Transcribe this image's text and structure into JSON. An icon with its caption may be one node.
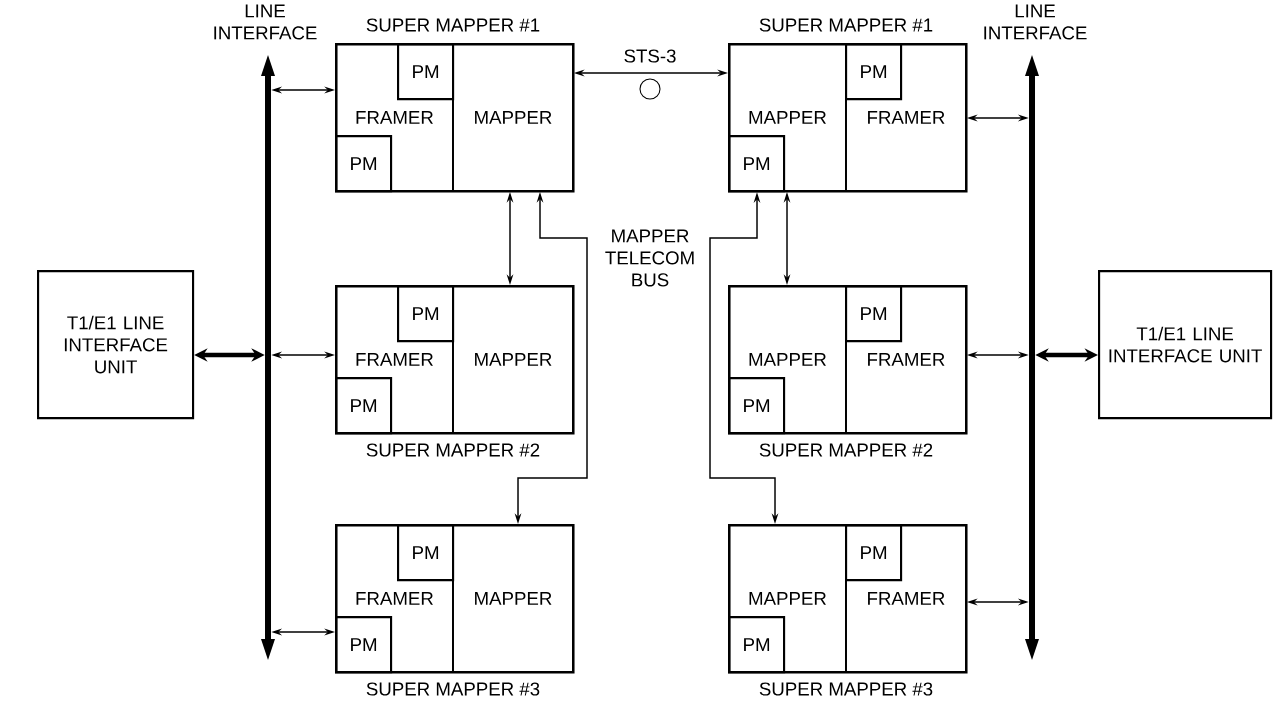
{
  "diagram": {
    "nodes": [
      {
        "text": [
          "LINE INTERFACE"
        ]
      },
      {
        "text": [
          "SUPER MAPPER #1"
        ]
      },
      {
        "text": [
          "FRAMER"
        ],
        "in": 1
      },
      {
        "text": [
          "MAPPER"
        ],
        "in": 1
      },
      {
        "text": [
          "PM"
        ],
        "in": 2
      },
      {
        "text": [
          "PM"
        ],
        "in": 2
      },
      {
        "text": [
          "SUPER MAPPER #1"
        ]
      },
      {
        "text": [
          "FRAMER"
        ],
        "in": 6
      },
      {
        "text": [
          "MAPPER"
        ],
        "in": 6
      },
      {
        "text": [
          "PM"
        ],
        "in": 7
      },
      {
        "text": [
          "PM"
        ],
        "in": 8
      },
      {
        "text": [
          "LINE INTERFACE"
        ]
      },
      {
        "text": [
          "T1/E1 LINE INTERFACE UNIT"
        ]
      },
      {
        "text": [
          "SUPER MAPPER #2"
        ]
      },
      {
        "text": [
          "FRAMER"
        ],
        "in": 13
      },
      {
        "text": [
          "MAPPER"
        ],
        "in": 13
      },
      {
        "text": [
          "PM"
        ],
        "in": 14
      },
      {
        "text": [
          "PM"
        ],
        "in": 14
      },
      {
        "text": [
          "SUPER MAPPER #2"
        ]
      },
      {
        "text": [
          "FRAMER"
        ],
        "in": 18
      },
      {
        "text": [
          "MAPPER"
        ],
        "in": 18
      },
      {
        "text": [
          "PM"
        ],
        "in": 19
      },
      {
        "text": [
          "PM"
        ],
        "in": 20
      },
      {
        "text": [
          "T1/E1 LINE INTERFACE UNIT"
        ]
      },
      {
        "text": [
          "SUPER MAPPER #3"
        ]
      },
      {
        "text": [
          "FRAMER"
        ],
        "in": 24
      },
      {
        "text": [
          "MAPPER"
        ],
        "in": 24
      },
      {
        "text": [
          "PM"
        ],
        "in": 25
      },
      {
        "text": [
          "PM"
        ],
        "in": 25
      },
      {
        "text": [
          "SUPER MAPPER #3"
        ]
      },
      {
        "text": [
          "FRAMER"
        ],
        "in": 29
      },
      {
        "text": [
          "MAPPER"
        ],
        "in": 29
      },
      {
        "text": [
          "PM"
        ],
        "in": 30
      },
      {
        "text": [
          "PM"
        ],
        "in": 31
      }
    ],
    "edges": [
      {
        "from": 0,
        "to": 2,
        "arrow": "both"
      },
      {
        "from": 0,
        "to": 14,
        "arrow": "both"
      },
      {
        "from": 0,
        "to": 25,
        "arrow": "both"
      },
      {
        "from": 12,
        "to": 0,
        "arrow": "both",
        "style": "thick"
      },
      {
        "from": 3,
        "to": 8,
        "arrow": "both",
        "label": "STS-3"
      },
      {
        "from": 3,
        "to": 15,
        "arrow": "both"
      },
      {
        "from": 3,
        "to": 26,
        "arrow": "both"
      },
      {
        "from": 11,
        "to": 7,
        "arrow": "both"
      },
      {
        "from": 11,
        "to": 19,
        "arrow": "both"
      },
      {
        "from": 11,
        "to": 30,
        "arrow": "both"
      },
      {
        "from": 23,
        "to": 11,
        "arrow": "both",
        "style": "thick"
      },
      {
        "from": 8,
        "to": 20,
        "arrow": "both"
      },
      {
        "from": 10,
        "to": 31,
        "arrow": "both"
      }
    ],
    "labels": [
      "MAPPER TELECOM BUS"
    ]
  }
}
